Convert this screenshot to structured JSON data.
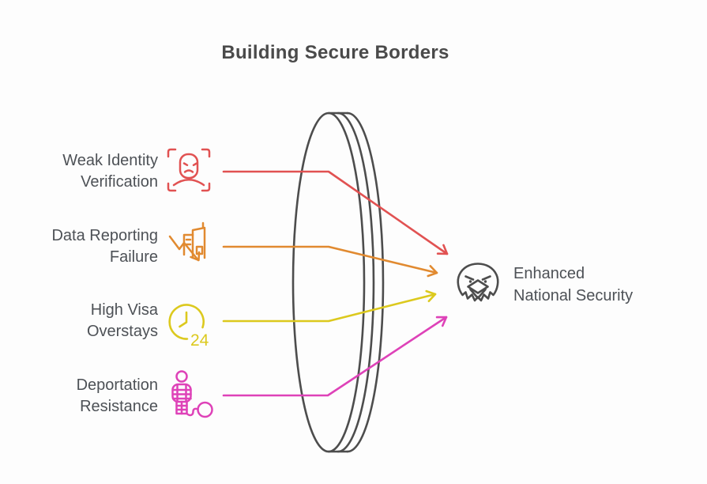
{
  "title": "Building Secure Borders",
  "colors": {
    "red": "#e15252",
    "orange": "#e18a30",
    "yellow": "#dcc91e",
    "pink": "#de42b8",
    "outline": "#4d4d4d",
    "text": "#4d5156"
  },
  "causes": [
    {
      "label": "Weak Identity\nVerification",
      "icon": "face-scan-icon",
      "color": "#e15252"
    },
    {
      "label": "Data Reporting\nFailure",
      "icon": "building-decline-icon",
      "color": "#e18a30"
    },
    {
      "label": "High Visa\nOverstays",
      "icon": "clock-24-icon",
      "color": "#dcc91e",
      "badge": "24"
    },
    {
      "label": "Deportation\nResistance",
      "icon": "prisoner-ball-chain-icon",
      "color": "#de42b8"
    }
  ],
  "outcome": {
    "label": "Enhanced\nNational Security",
    "icon": "eagle-icon"
  }
}
